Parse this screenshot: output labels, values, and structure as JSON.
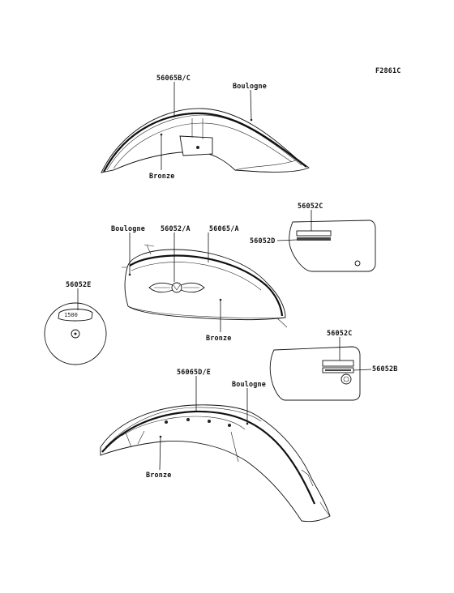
{
  "figure_code": "F2861C",
  "labels": {
    "front_fender_stripe": "56065B/C",
    "front_fender_color_top": "Boulogne",
    "front_fender_color_bottom": "Bronze",
    "tank_color_left": "Boulogne",
    "tank_emblem": "56052/A",
    "tank_stripe": "56065/A",
    "tank_color_bottom": "Bronze",
    "left_cover_emblem": "56052C",
    "left_cover_model": "56052D",
    "air_cleaner_emblem": "56052E",
    "right_cover_emblem": "56052C",
    "right_cover_model": "56052B",
    "rear_fender_stripe": "56065D/E",
    "rear_fender_color_top": "Boulogne",
    "rear_fender_color_bottom": "Bronze"
  },
  "colors": {
    "line": "#111111",
    "background": "#ffffff"
  }
}
